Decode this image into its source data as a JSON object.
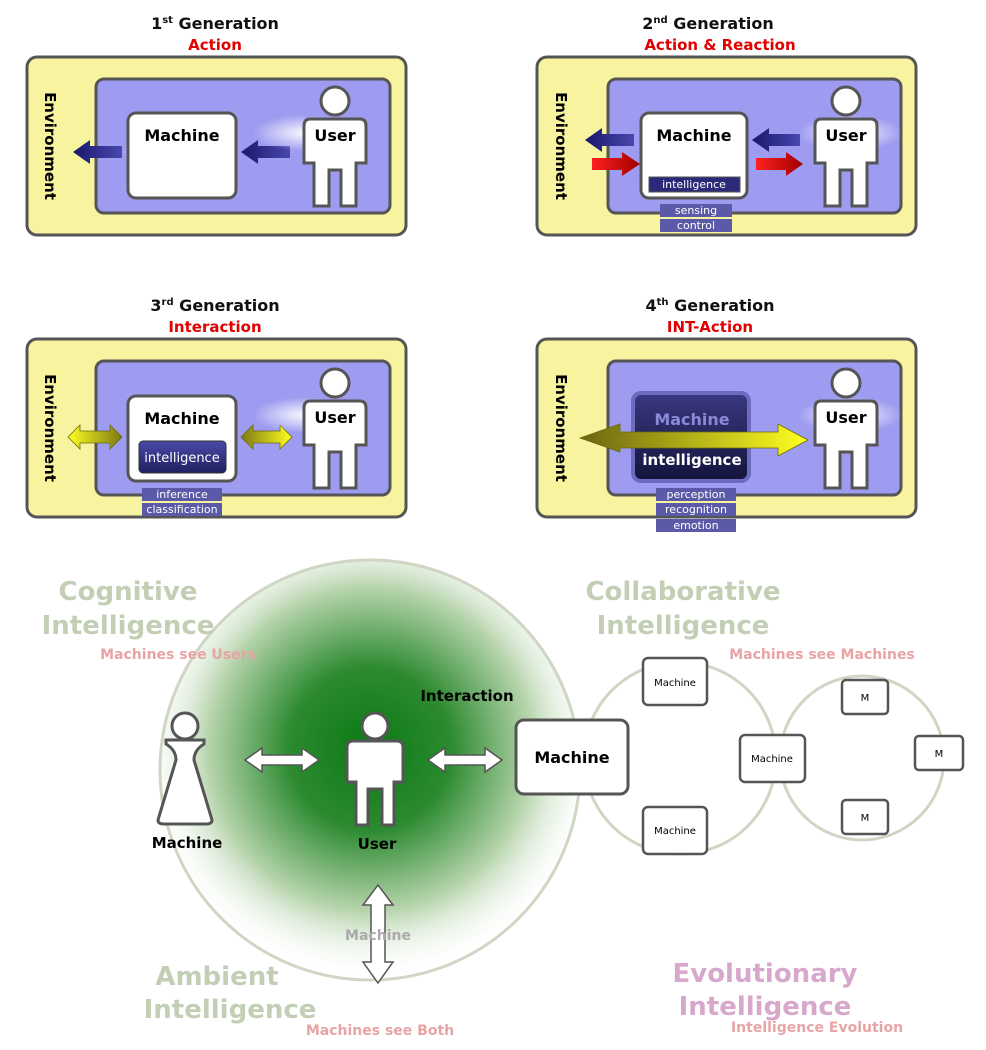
{
  "generations": [
    {
      "num": "1",
      "sup": "st",
      "word": " Generation",
      "subtitle": "Action",
      "environment": "Environment",
      "machine": "Machine",
      "user": "User",
      "intelligence": "",
      "tags": []
    },
    {
      "num": "2",
      "sup": "nd",
      "word": " Generation",
      "subtitle": "Action & Reaction",
      "environment": "Environment",
      "machine": "Machine",
      "user": "User",
      "intelligence": "intelligence",
      "tags": [
        "sensing",
        "control"
      ]
    },
    {
      "num": "3",
      "sup": "rd",
      "word": " Generation",
      "subtitle": "Interaction",
      "environment": "Environment",
      "machine": "Machine",
      "user": "User",
      "intelligence": "intelligence",
      "tags": [
        "inference",
        "classification"
      ]
    },
    {
      "num": "4",
      "sup": "th",
      "word": " Generation",
      "subtitle": "INT-Action",
      "environment": "Environment",
      "machine": "Machine",
      "user": "User",
      "intelligence": "intelligence",
      "tags": [
        "perception",
        "recognition",
        "emotion"
      ]
    }
  ],
  "bottom": {
    "cognitive": {
      "line1": "Cognitive",
      "line2": "Intelligence",
      "caption": "Machines see Users"
    },
    "collaborative": {
      "line1": "Collaborative",
      "line2": "Intelligence",
      "caption": "Machines see Machines"
    },
    "ambient": {
      "line1": "Ambient",
      "line2": "Intelligence",
      "caption": "Machines see Both"
    },
    "evolutionary": {
      "line1": "Evolutionary",
      "line2": "Intelligence",
      "caption": "Intelligence Evolution"
    },
    "interaction_label": "Interaction",
    "user_label": "User",
    "machine_left_label": "Machine",
    "machine_center_label": "Machine",
    "machine_bottom_label": "Machine",
    "ring_machine_label": "Machine",
    "m_label": "M"
  },
  "colors": {
    "env_fill": "#f7f39f",
    "inner_fill": "#9e9cf0",
    "red": "#e00000",
    "green_title": "#c3cfb4",
    "pink_title": "#d8a8cc",
    "pink_caption": "#e8a4a4",
    "tag_fill": "#5a5aa8"
  }
}
